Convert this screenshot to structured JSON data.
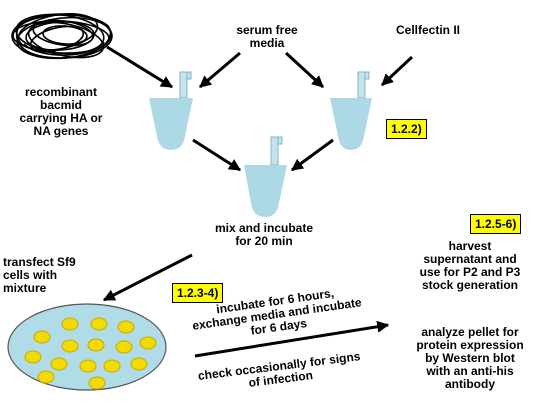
{
  "labels": {
    "bacmid": [
      "recombinant",
      "bacmid",
      "carrying HA or",
      "NA genes"
    ],
    "media": [
      "serum free",
      "media"
    ],
    "cellfectin": [
      "Cellfectin II"
    ],
    "mix": [
      "mix and incubate",
      "for 20 min"
    ],
    "transfect": [
      "transfect Sf9",
      "cells with",
      "mixture"
    ],
    "incubate": [
      "incubate for 6 hours,",
      "exchange media and incubate",
      "for 6 days"
    ],
    "check": [
      "check occasionally for signs",
      "of infection"
    ],
    "harvest": [
      "harvest",
      "supernatant and",
      "use for P2 and P3",
      "stock generation"
    ],
    "analyze": [
      "analyze pellet for",
      "protein expression",
      "by Western blot",
      "with an anti-his",
      "antibody"
    ]
  },
  "badges": {
    "step_122": "1.2.2)",
    "step_1234": "1.2.3-4)",
    "step_1256": "1.2.5-6)"
  },
  "colors": {
    "tube": "#add8e6",
    "tube_cap": "#c5e3ec",
    "badge": "#ffff00",
    "dish": "#b0dce8",
    "cell": "#f2dc00",
    "cell_stroke": "#c8a800"
  }
}
